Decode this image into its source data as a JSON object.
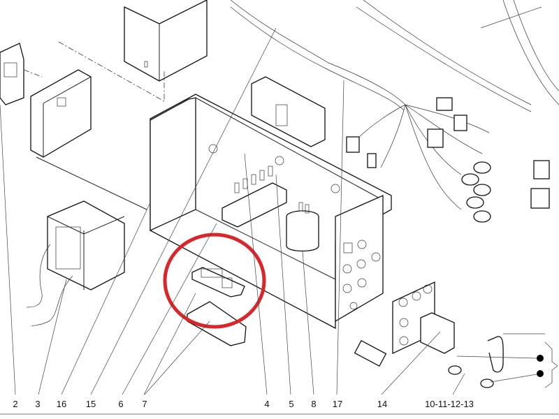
{
  "diagram": {
    "title": "Exploded parts diagram – control box assembly",
    "highlight_color": "#d9262b",
    "highlighted_part": "6",
    "callouts": [
      {
        "id": "c2",
        "label": "2"
      },
      {
        "id": "c3",
        "label": "3"
      },
      {
        "id": "c16",
        "label": "16"
      },
      {
        "id": "c15",
        "label": "15"
      },
      {
        "id": "c6",
        "label": "6"
      },
      {
        "id": "c7",
        "label": "7"
      },
      {
        "id": "c4",
        "label": "4"
      },
      {
        "id": "c5",
        "label": "5"
      },
      {
        "id": "c8",
        "label": "8"
      },
      {
        "id": "c17",
        "label": "17"
      },
      {
        "id": "c14",
        "label": "14"
      },
      {
        "id": "c10-13",
        "label": "10-11-12-13"
      }
    ]
  }
}
